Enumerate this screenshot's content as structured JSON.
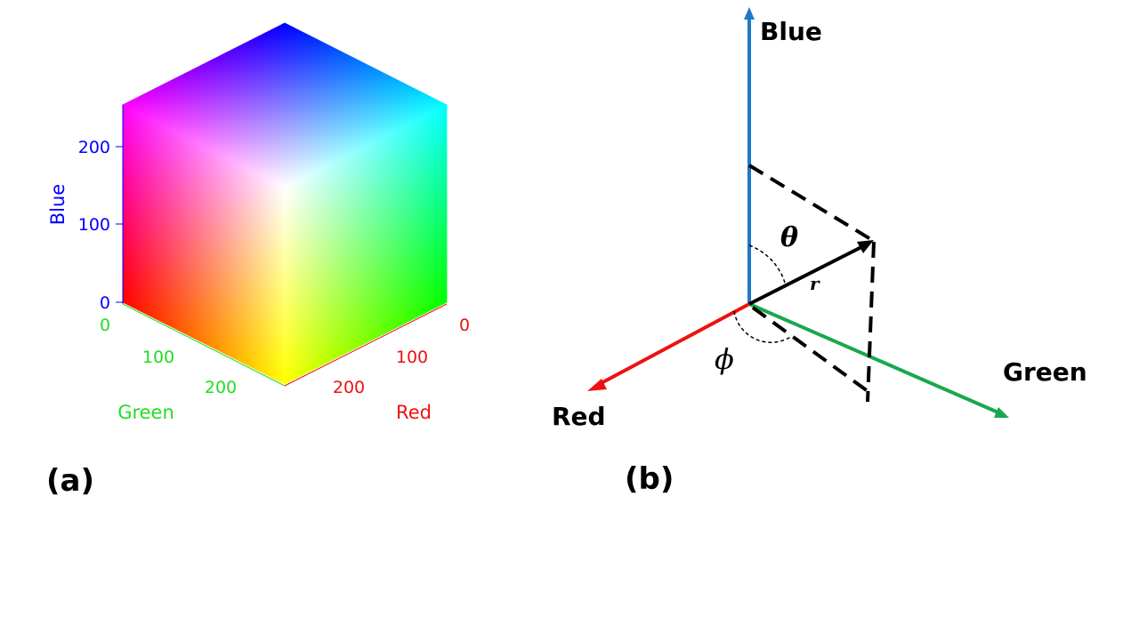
{
  "panel_a": {
    "label": "(a)",
    "axes": {
      "blue": {
        "title": "Blue",
        "ticks": [
          "0",
          "100",
          "200"
        ]
      },
      "green": {
        "title": "Green",
        "ticks": [
          "0",
          "100",
          "200"
        ]
      },
      "red": {
        "title": "Red",
        "ticks": [
          "0",
          "100",
          "200"
        ]
      }
    },
    "colors": {
      "black": "#000000",
      "red": "#ff0000",
      "green": "#00ff00",
      "blue": "#0000ff",
      "yellow": "#ffff00",
      "magenta": "#ff00ff",
      "cyan": "#00ffff",
      "white": "#ffffff",
      "blue_text": "#0000ff",
      "green_text": "#22dd22",
      "red_text": "#ee1111"
    }
  },
  "panel_b": {
    "label": "(b)",
    "axes": {
      "blue": {
        "title": "Blue",
        "color": "#1f78c8"
      },
      "green": {
        "title": "Green",
        "color": "#1aa84c"
      },
      "red": {
        "title": "Red",
        "color": "#ee1111"
      }
    },
    "symbols": {
      "theta": "θ",
      "phi": "ϕ",
      "r": "r"
    }
  }
}
